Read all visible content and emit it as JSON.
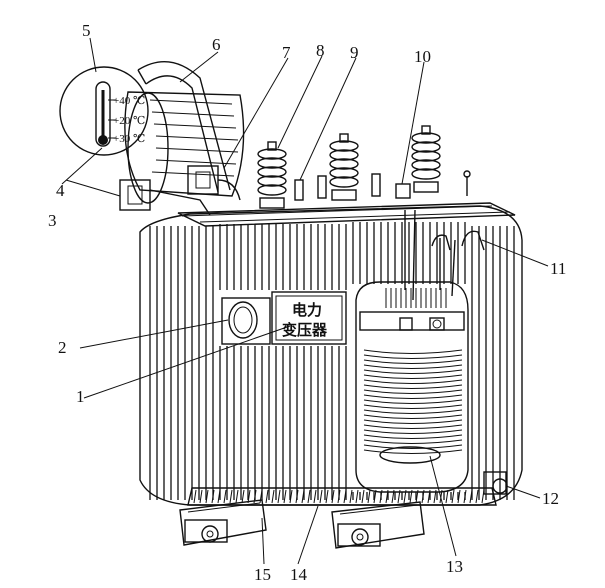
{
  "nameplate": {
    "line1": "电力",
    "line2": "变压器"
  },
  "gauge": {
    "t1": "+40 ℃",
    "t2": "+20 ℃",
    "t3": "+30 ℃"
  },
  "callouts": [
    "1",
    "2",
    "3",
    "4",
    "5",
    "6",
    "7",
    "8",
    "9",
    "10",
    "11",
    "12",
    "13",
    "14",
    "15"
  ]
}
